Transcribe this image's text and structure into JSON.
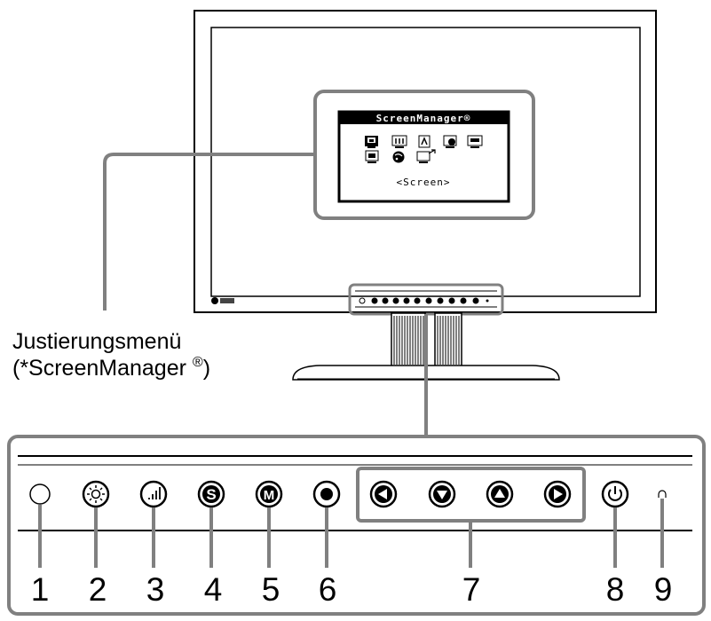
{
  "screen_manager": {
    "title": "ScreenManager®",
    "selected_label": "<Screen>"
  },
  "callout": {
    "line1": "Justierungsmenü",
    "line2": "(*ScreenManager",
    "registered": "®",
    "closing": ")"
  },
  "buttons": {
    "s_letter": "S",
    "m_letter": "M"
  },
  "numbers": [
    "1",
    "2",
    "3",
    "4",
    "5",
    "6",
    "7",
    "8",
    "9"
  ],
  "icons": {
    "sensor": "sensor-icon",
    "brightness": "brightness-icon",
    "signal": "signal-icon",
    "s_button": "s-button-icon",
    "m_button": "mode-button-icon",
    "enter": "enter-icon",
    "left": "arrow-left-icon",
    "down": "arrow-down-icon",
    "up": "arrow-up-icon",
    "right": "arrow-right-icon",
    "power": "power-icon",
    "indicator": "power-indicator-icon"
  }
}
